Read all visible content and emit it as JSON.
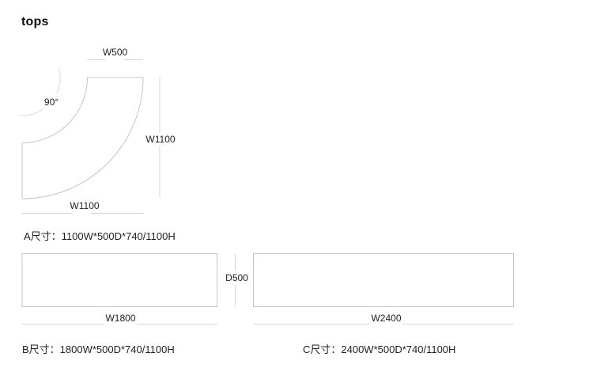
{
  "page": {
    "title": "tops",
    "background": "#ffffff"
  },
  "colors": {
    "shape_outline": "#c5c5c5",
    "dimension_line": "#d6d6d6",
    "text": "#1f1f1f",
    "title_text": "#111111"
  },
  "shape_a": {
    "kind": "quarter-annulus curved top (90 degree corner worktop)",
    "angle_label": "90°",
    "top_width_label": "W500",
    "right_height_label": "W1100",
    "bottom_width_label": "W1100",
    "caption": "A尺寸：1100W*500D*740/1100H"
  },
  "shape_b": {
    "kind": "rectangular top",
    "width_label": "W1800",
    "caption": "B尺寸：1800W*500D*740/1100H"
  },
  "shape_c": {
    "kind": "rectangular top",
    "width_label": "W2400",
    "caption": "C尺寸：2400W*500D*740/1100H"
  },
  "shared": {
    "depth_label": "D500"
  }
}
